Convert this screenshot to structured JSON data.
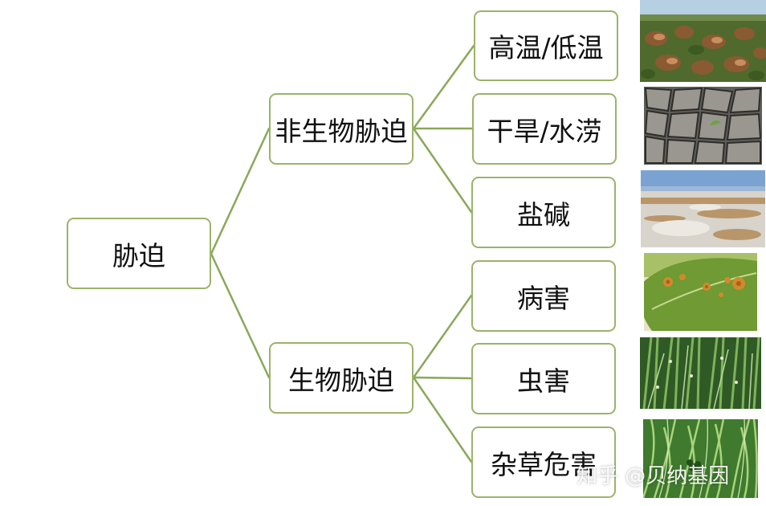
{
  "diagram": {
    "root": {
      "label": "胁迫"
    },
    "branches": [
      {
        "label": "非生物胁迫",
        "leaves": [
          {
            "label": "高温/低温",
            "image_icon": "scorched-crop-field-photo"
          },
          {
            "label": "干旱/水涝",
            "image_icon": "cracked-dry-soil-photo"
          },
          {
            "label": "盐碱",
            "image_icon": "saline-alkali-land-photo"
          }
        ]
      },
      {
        "label": "生物胁迫",
        "leaves": [
          {
            "label": "病害",
            "image_icon": "leaf-spot-disease-photo"
          },
          {
            "label": "虫害",
            "image_icon": "insect-damaged-wheat-photo"
          },
          {
            "label": "杂草危害",
            "image_icon": "weeds-grass-photo"
          }
        ]
      }
    ]
  },
  "watermark": {
    "text": "知乎 @贝纳基因"
  },
  "colors": {
    "border": "#9bb36a",
    "line": "#8aa85a",
    "text": "#111111"
  }
}
